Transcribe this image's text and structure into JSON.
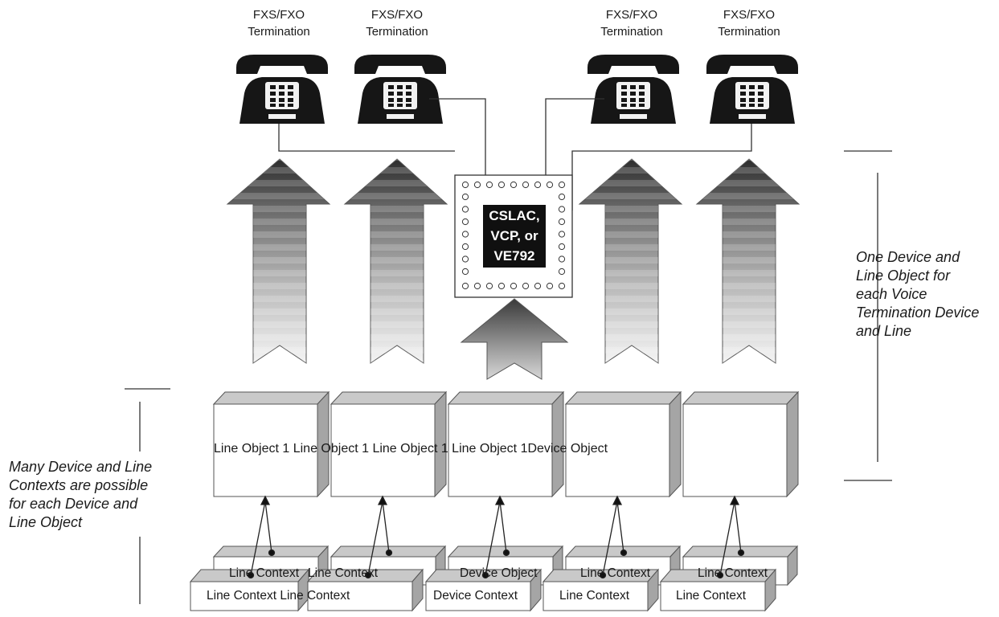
{
  "phones": [
    {
      "label_line1": "FXS/FXO",
      "label_line2": "Termination"
    },
    {
      "label_line1": "FXS/FXO",
      "label_line2": "Termination"
    },
    {
      "label_line1": "FXS/FXO",
      "label_line2": "Termination"
    },
    {
      "label_line1": "FXS/FXO",
      "label_line2": "Termination"
    }
  ],
  "chip": {
    "line1": "CSLAC,",
    "line2": "VCP, or",
    "line3": "VE792"
  },
  "objects_row_text": "Line Object 1 Line Object 1 Line Object 1 Line Object 1Device Object",
  "contexts_back": [
    "Line Context",
    "Line Context",
    "Device Object",
    "Line Context",
    "Line Context"
  ],
  "contexts_front": [
    "Line Context Line Context",
    "Device Context",
    "Line Context",
    "Line Context"
  ],
  "right_note": [
    "One Device and",
    "Line Object for",
    "each Voice",
    "Termination Device",
    "and Line"
  ],
  "left_note": [
    "Many Device and Line",
    "Contexts are possible",
    "for each Device and",
    "Line Object"
  ]
}
